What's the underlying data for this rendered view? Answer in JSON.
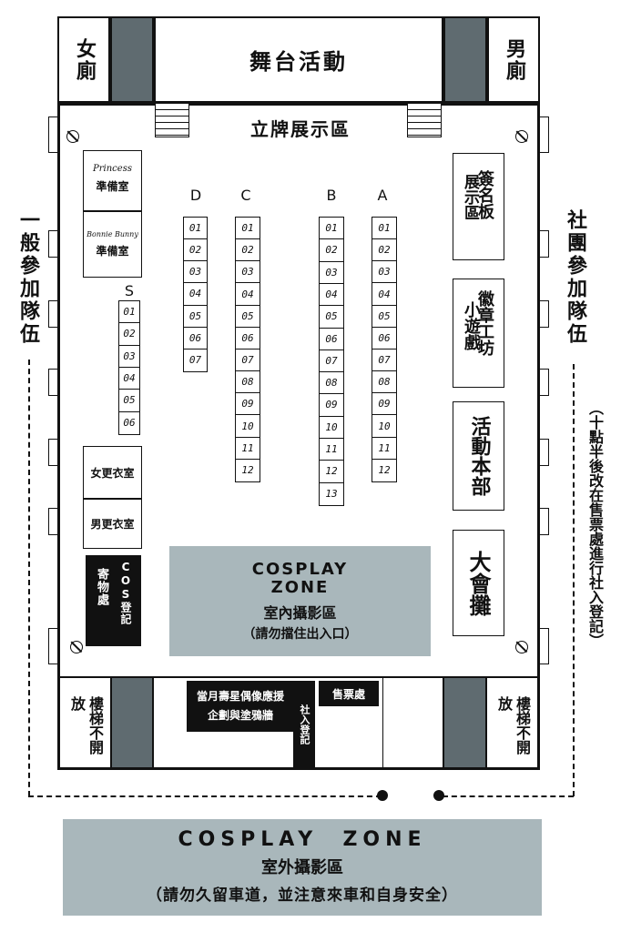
{
  "top": {
    "women_restroom": "女廁",
    "stage": "舞台活動",
    "men_restroom": "男廁"
  },
  "standee_area": "立牌展示區",
  "rooms": {
    "princess_brand": "Princess",
    "princess_room": "準備室",
    "bonnie_brand": "Bonnie Bunny",
    "bonnie_room": "準備室",
    "women_changing": "女更衣室",
    "men_changing": "男更衣室",
    "storage": "寄物處",
    "cos_register": "COS登記"
  },
  "right_booths": {
    "signboard": "簽名板",
    "signboard_show": "展示區",
    "badge_workshop": "徽章工坊",
    "mini_game": "小遊戲",
    "hq": "活動本部",
    "big_stall": "大會攤"
  },
  "columns": {
    "S": {
      "label": "S",
      "cells": [
        "01",
        "02",
        "03",
        "04",
        "05",
        "06"
      ]
    },
    "D": {
      "label": "D",
      "cells": [
        "01",
        "02",
        "03",
        "04",
        "05",
        "06",
        "07"
      ]
    },
    "C": {
      "label": "C",
      "cells": [
        "01",
        "02",
        "03",
        "04",
        "05",
        "06",
        "07",
        "08",
        "09",
        "10",
        "11",
        "12"
      ]
    },
    "B": {
      "label": "B",
      "cells": [
        "01",
        "02",
        "03",
        "04",
        "05",
        "06",
        "07",
        "08",
        "09",
        "10",
        "11",
        "12",
        "13"
      ]
    },
    "A": {
      "label": "A",
      "cells": [
        "01",
        "02",
        "03",
        "04",
        "05",
        "06",
        "07",
        "08",
        "09",
        "10",
        "11",
        "12"
      ]
    }
  },
  "indoor_zone": {
    "title1": "COSPLAY",
    "title2": "ZONE",
    "subtitle": "室內攝影區",
    "note": "（請勿擋住出入口）"
  },
  "bottom": {
    "stairs_left": "樓梯不開放",
    "stairs_right": "樓梯不開放",
    "sponsor_line1": "當月壽星偶像應援",
    "sponsor_line2": "企劃與塗鴉牆",
    "club_register": "社入登記",
    "tickets": "售票處"
  },
  "sides": {
    "left_queue": "一般參加隊伍",
    "right_queue": "社團參加隊伍",
    "right_note": "（十點半後改在售票處進行社入登記）"
  },
  "outdoor_zone": {
    "title": "COSPLAY  ZONE",
    "subtitle": "室外攝影區",
    "note": "（請勿久留車道，並注意來車和自身安全）"
  },
  "colors": {
    "zone_fill": "#a9b7bb",
    "restroom_fill": "#5f6b70",
    "black_fill": "#111111"
  }
}
